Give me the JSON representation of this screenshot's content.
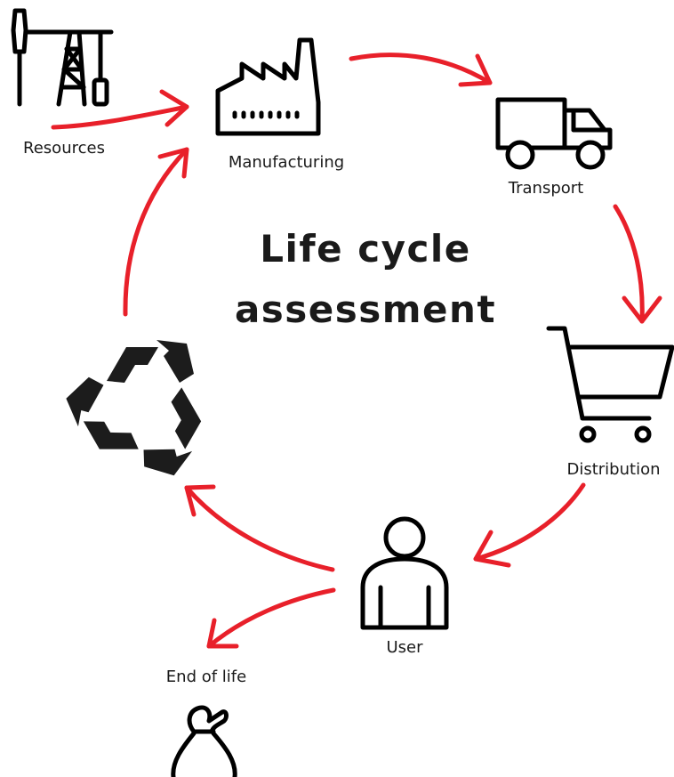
{
  "title": {
    "line1": "Life cycle",
    "line2": "assessment"
  },
  "stages": {
    "resources": "Resources",
    "manufacturing": "Manufacturing",
    "transport": "Transport",
    "distribution": "Distribution",
    "user": "User",
    "end_of_life": "End of life"
  },
  "icons": {
    "resources": "oil-derrick-icon",
    "manufacturing": "factory-icon",
    "transport": "truck-icon",
    "distribution": "shopping-cart-icon",
    "user": "person-icon",
    "end_of_life": "garbage-bag-icon",
    "recycling": "recycle-icon"
  },
  "colors": {
    "arrow": "#e8202a",
    "icon": "#000000",
    "text": "#1a1a1a",
    "background": "#ffffff"
  }
}
